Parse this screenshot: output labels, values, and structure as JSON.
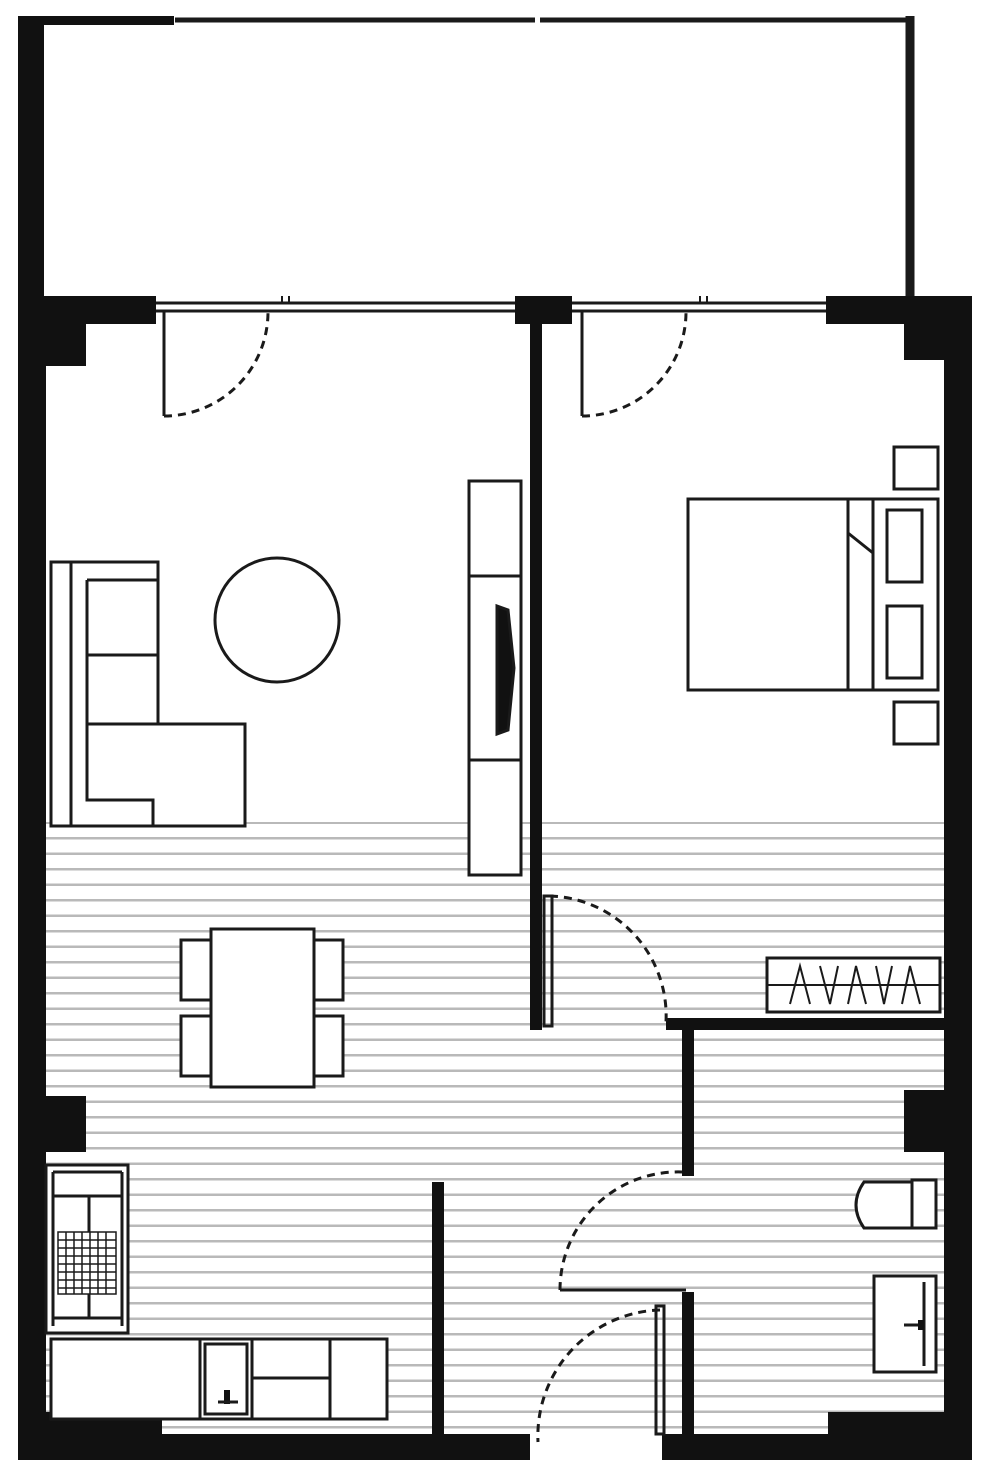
{
  "diagram": {
    "type": "floor-plan",
    "title": "",
    "labels": [],
    "rooms": [
      "balcony",
      "living-room",
      "bedroom",
      "dining-area",
      "kitchen",
      "hallway",
      "bathroom"
    ],
    "fixtures": [
      "sofa",
      "round-table",
      "tv-unit",
      "bed",
      "nightstands",
      "dining-table",
      "dining-chairs",
      "wardrobe",
      "refrigerator",
      "stove",
      "kitchen-counter",
      "sink",
      "toilet",
      "washbasin"
    ],
    "colors": {
      "wall": "#111111",
      "line": "#1a1a1a",
      "floor_hatch": "#b9b9b9",
      "background": "#ffffff"
    }
  }
}
